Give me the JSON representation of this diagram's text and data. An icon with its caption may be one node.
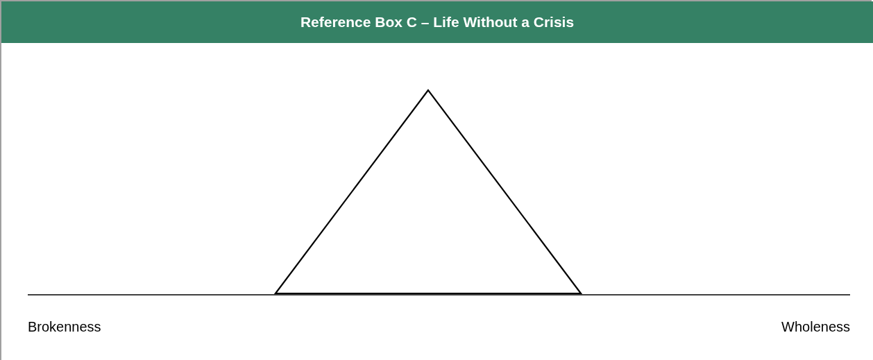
{
  "diagram": {
    "title": "Reference Box C – Life Without a Crisis",
    "labels": [
      "Brokenness",
      "Wholeness"
    ]
  }
}
